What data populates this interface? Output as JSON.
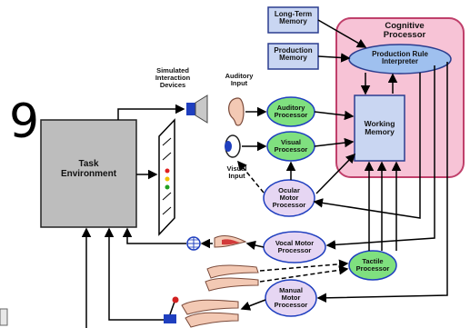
{
  "diagram": {
    "colors": {
      "memory_box": "#c9d6f2",
      "memory_border": "#2b3d8f",
      "cognitive_bg": "#f7c3d6",
      "cognitive_border": "#c0406b",
      "processor_green": "#7fe07f",
      "processor_purple": "#e6d6f3",
      "task_env": "#bdbdbd",
      "interpreter": "#9fc0ef"
    },
    "nodes": {
      "long_term_memory": "Long-Term\nMemory",
      "production_memory": "Production\nMemory",
      "cognitive_processor": "Cognitive\nProcessor",
      "production_rule_interpreter": "Production Rule\nInterpreter",
      "working_memory": "Working\nMemory",
      "task_environment": "Task\nEnvironment",
      "simulated_interaction_devices": "Simulated\nInteraction\nDevices",
      "auditory_input": "Auditory\nInput",
      "auditory_processor": "Auditory\nProcessor",
      "visual_processor": "Visual\nProcessor",
      "visual_input": "Visual\nInput",
      "ocular_motor_processor": "Ocular\nMotor\nProcessor",
      "vocal_motor_processor": "Vocal Motor\nProcessor",
      "tactile_processor": "Tactile\nProcessor",
      "manual_motor_processor": "Manual\nMotor\nProcessor"
    },
    "overlay_glyph": "9"
  }
}
